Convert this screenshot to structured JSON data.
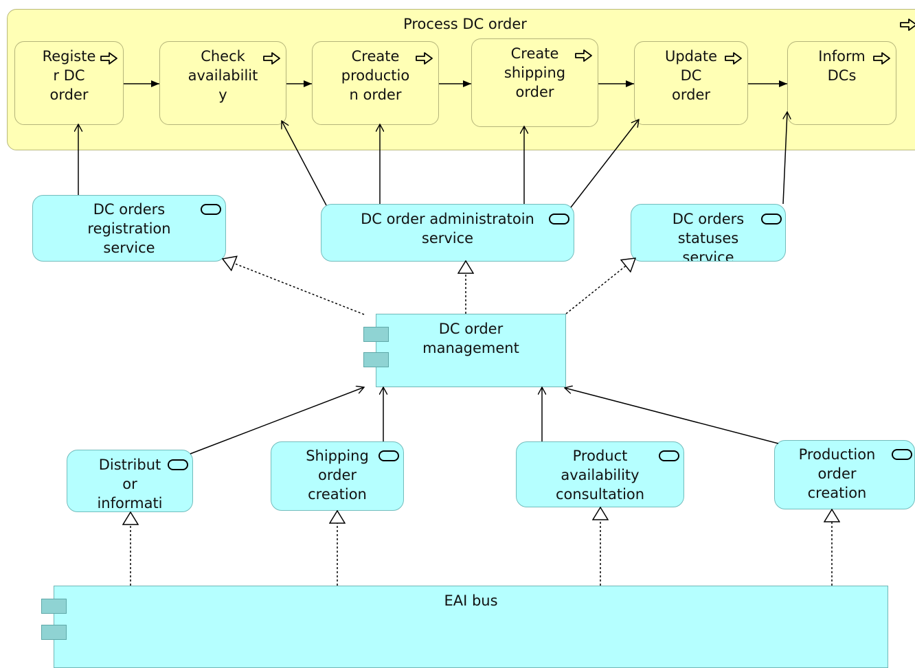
{
  "process_group": {
    "title": "Process DC order"
  },
  "processes": [
    {
      "id": "p1",
      "label": "Registe\nr DC\norder"
    },
    {
      "id": "p2",
      "label": "Check\navailabilit\ny"
    },
    {
      "id": "p3",
      "label": "Create\nproductio\nn order"
    },
    {
      "id": "p4",
      "label": "Create\nshipping\norder"
    },
    {
      "id": "p5",
      "label": "Update\nDC\norder"
    },
    {
      "id": "p6",
      "label": "Inform\nDCs"
    }
  ],
  "services_top": [
    {
      "id": "s1",
      "label": "DC orders\nregistration\nservice"
    },
    {
      "id": "s2",
      "label": "DC order administratoin\nservice"
    },
    {
      "id": "s3",
      "label": "DC orders\nstatuses\nservice"
    }
  ],
  "component_main": {
    "label": "DC order\nmanagement"
  },
  "services_bottom": [
    {
      "id": "b1",
      "label": "Distribut\nor\ninformati"
    },
    {
      "id": "b2",
      "label": "Shipping\norder\ncreation"
    },
    {
      "id": "b3",
      "label": "Product\navailability\nconsultation"
    },
    {
      "id": "b4",
      "label": "Production\norder\ncreation"
    }
  ],
  "component_bus": {
    "label": "EAI bus"
  },
  "relationships": [
    {
      "type": "triggering",
      "from": "p1",
      "to": "p2"
    },
    {
      "type": "triggering",
      "from": "p2",
      "to": "p3"
    },
    {
      "type": "triggering",
      "from": "p3",
      "to": "p4"
    },
    {
      "type": "triggering",
      "from": "p4",
      "to": "p5"
    },
    {
      "type": "triggering",
      "from": "p5",
      "to": "p6"
    },
    {
      "type": "serving",
      "from": "s1",
      "to": "p1"
    },
    {
      "type": "serving",
      "from": "s2",
      "to": "p2"
    },
    {
      "type": "serving",
      "from": "s2",
      "to": "p3"
    },
    {
      "type": "serving",
      "from": "s2",
      "to": "p4"
    },
    {
      "type": "serving",
      "from": "s2",
      "to": "p5"
    },
    {
      "type": "serving",
      "from": "s3",
      "to": "p6"
    },
    {
      "type": "realization",
      "from": "component_main",
      "to": "s1"
    },
    {
      "type": "realization",
      "from": "component_main",
      "to": "s2"
    },
    {
      "type": "realization",
      "from": "component_main",
      "to": "s3"
    },
    {
      "type": "serving",
      "from": "b1",
      "to": "component_main"
    },
    {
      "type": "serving",
      "from": "b2",
      "to": "component_main"
    },
    {
      "type": "serving",
      "from": "b3",
      "to": "component_main"
    },
    {
      "type": "serving",
      "from": "b4",
      "to": "component_main"
    },
    {
      "type": "realization",
      "from": "component_bus",
      "to": "b1"
    },
    {
      "type": "realization",
      "from": "component_bus",
      "to": "b2"
    },
    {
      "type": "realization",
      "from": "component_bus",
      "to": "b3"
    },
    {
      "type": "realization",
      "from": "component_bus",
      "to": "b4"
    }
  ]
}
